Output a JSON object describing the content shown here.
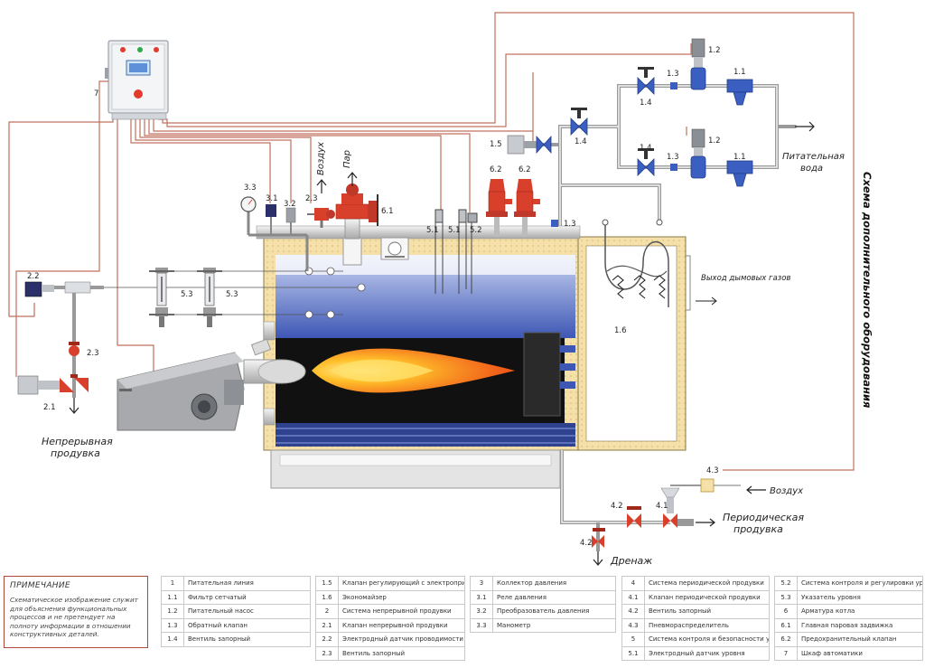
{
  "labels": {
    "l7": "7",
    "l12a": "1.2",
    "l12b": "1.2",
    "l13a": "1.3",
    "l13b": "1.3",
    "l13c": "1.3",
    "l11a": "1.1",
    "l11b": "1.1",
    "l14a": "1.4",
    "l14b": "1.4",
    "l14c": "1.4",
    "l15": "1.5",
    "l16": "1.6",
    "l62a": "6.2",
    "l62b": "6.2",
    "l61": "6.1",
    "l51a": "5.1",
    "l51b": "5.1",
    "l52": "5.2",
    "l53a": "5.3",
    "l53b": "5.3",
    "l33": "3.3",
    "l31": "3.1",
    "l32": "3.2",
    "l23a": "2.3",
    "l23b": "2.3",
    "l22": "2.2",
    "l21": "2.1",
    "l43": "4.3",
    "l42a": "4.2",
    "l42b": "4.2",
    "l41": "4.1",
    "air_top": "Воздух",
    "steam": "Пар",
    "feed_water_1": "Питательная",
    "feed_water_2": "вода",
    "flue_gas": "Выход дымовых газов",
    "air_right": "Воздух",
    "periodic_1": "Периодическая",
    "periodic_2": "продувка",
    "continuous_1": "Непрерывная",
    "continuous_2": "продувка",
    "drain": "Дренаж",
    "side_title": "Схема дополнительного оборудования"
  },
  "note": {
    "title": "ПРИМЕЧАНИЕ",
    "text": "Схематическое изображение служит для объяснения функциональных процессов и не претендует на полноту информации в отношении конструктивных деталей."
  },
  "legend": [
    [
      {
        "code": "1",
        "text": "Питательная линия"
      },
      {
        "code": "1.1",
        "text": "Фильтр сетчатый"
      },
      {
        "code": "1.2",
        "text": "Питательный насос"
      },
      {
        "code": "1.3",
        "text": "Обратный клапан"
      },
      {
        "code": "1.4",
        "text": "Вентиль запорный"
      }
    ],
    [
      {
        "code": "1.5",
        "text": "Клапан регулирующий с электроприводом"
      },
      {
        "code": "1.6",
        "text": "Экономайзер"
      },
      {
        "code": "2",
        "text": "Система непрерывной продувки"
      },
      {
        "code": "2.1",
        "text": "Клапан непрерывной продувки"
      },
      {
        "code": "2.2",
        "text": "Электродный датчик проводимости"
      },
      {
        "code": "2.3",
        "text": "Вентиль запорный"
      }
    ],
    [
      {
        "code": "3",
        "text": "Коллектор давления"
      },
      {
        "code": "3.1",
        "text": "Реле давления"
      },
      {
        "code": "3.2",
        "text": "Преобразователь давления"
      },
      {
        "code": "3.3",
        "text": "Манометр"
      }
    ],
    [
      {
        "code": "4",
        "text": "Система периодической продувки"
      },
      {
        "code": "4.1",
        "text": "Клапан периодической продувки"
      },
      {
        "code": "4.2",
        "text": "Вентиль запорный"
      },
      {
        "code": "4.3",
        "text": "Пневмораспределитель"
      },
      {
        "code": "5",
        "text": "Система контроля и безопасности уровня"
      },
      {
        "code": "5.1",
        "text": "Электродный датчик уровня"
      }
    ],
    [
      {
        "code": "5.2",
        "text": "Система контроля и регулировки уровня"
      },
      {
        "code": "5.3",
        "text": "Указатель уровня"
      },
      {
        "code": "6",
        "text": "Арматура котла"
      },
      {
        "code": "6.1",
        "text": "Главная паровая задвижка"
      },
      {
        "code": "6.2",
        "text": "Предохранительный клапан"
      },
      {
        "code": "7",
        "text": "Шкаф автоматики"
      }
    ]
  ],
  "colors": {
    "wire": "#c0705e",
    "pipe": "#9a9a9a",
    "insulation": "#f2dca0",
    "water": "#6f86d2",
    "valve": "#d8402c",
    "pump": "#3a5fc0"
  }
}
